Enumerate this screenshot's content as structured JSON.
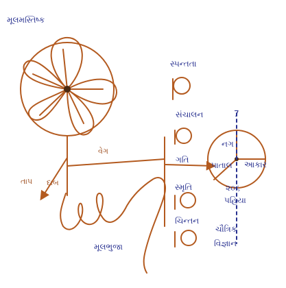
{
  "labels": {
    "brain": "મૂલમસ્તિષ્ક",
    "sensation": "સ્પન્તતા",
    "coordination": "સંચાલન",
    "speed_mid": "ગતિ",
    "speed_arm": "વેગ",
    "memory": "સ્મૃતિ",
    "thinking": "ચિન્તન",
    "nucleus_cell": "નગ",
    "nucleus_left": "પાતાલ",
    "nucleus_right": "આકાર",
    "wheel_note_1": "૨૦૬",
    "wheel_note_2": "પહિયા",
    "wheel_top": "7",
    "bottom_right_1": "ચૌત્રિક",
    "bottom_right_2": "વિજ્ઞાન",
    "root_arm": "મૂલભુજા",
    "arrow_left_1": "તાપ",
    "arrow_left_2": "દાબ"
  },
  "colors": {
    "ink_brown": "#b35a1f",
    "ink_blue": "#27308f"
  }
}
